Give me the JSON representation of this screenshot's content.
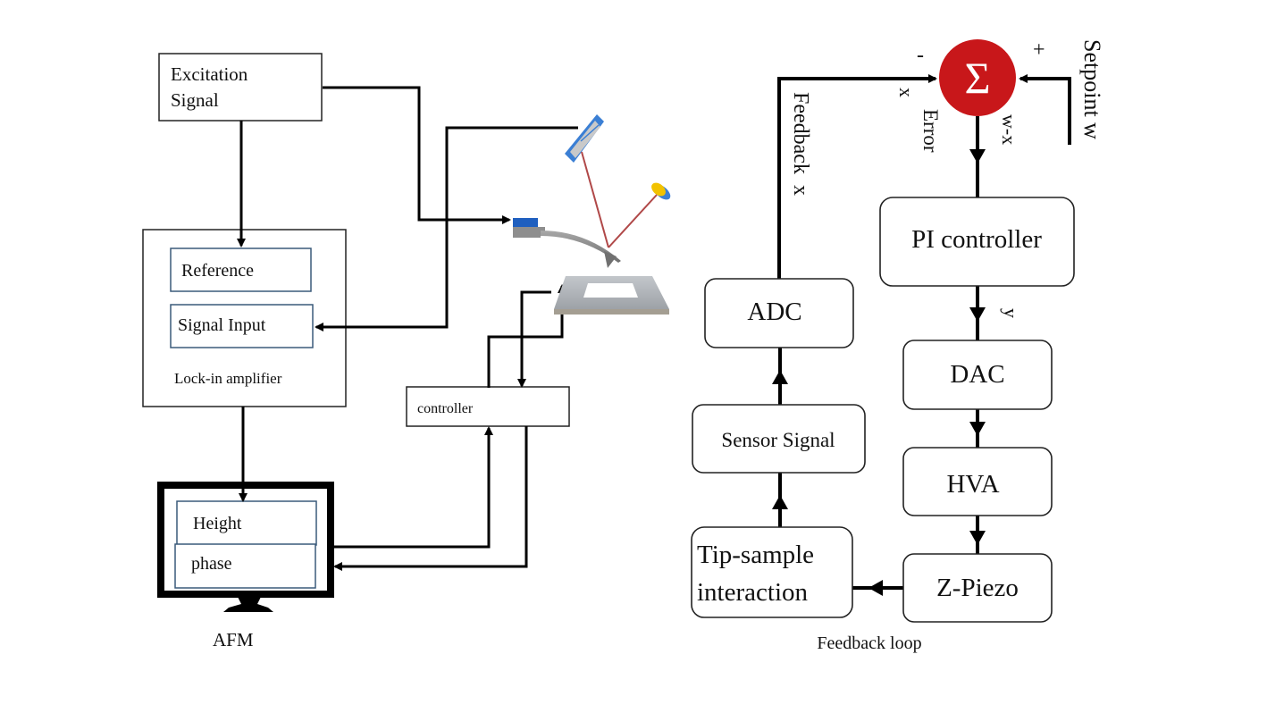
{
  "left_diagram": {
    "excitation_signal": [
      "Excitation",
      "Signal"
    ],
    "lock_in_amplifier": {
      "reference": "Reference",
      "signal_input": "Signal Input",
      "label": "Lock-in amplifier"
    },
    "controller": "controller",
    "monitor": {
      "height": "Height",
      "phase": "phase",
      "label": "AFM"
    },
    "colors": {
      "detector_blue": "#3b7fd4",
      "laser_red": "#b04848",
      "laser_yellow": "#f2c200",
      "piezo_blue": "#1f5fbf",
      "stage_gray": "#b8bcc0"
    }
  },
  "right_diagram": {
    "summing_junction": {
      "symbol": "Σ",
      "color": "#c8171a",
      "minus": "-",
      "plus": "+"
    },
    "setpoint_label": "Setpoint w",
    "error_label": "Error",
    "error_value": "w-x",
    "x_label": "x",
    "feedback_label": "Feedback  x",
    "y_label": "y",
    "blocks": {
      "pi_controller": "PI controller",
      "dac": "DAC",
      "hva": "HVA",
      "z_piezo": "Z-Piezo",
      "tip_sample": [
        "Tip-sample",
        "interaction"
      ],
      "sensor_signal": "Sensor Signal",
      "adc": "ADC"
    },
    "caption": "Feedback loop"
  }
}
